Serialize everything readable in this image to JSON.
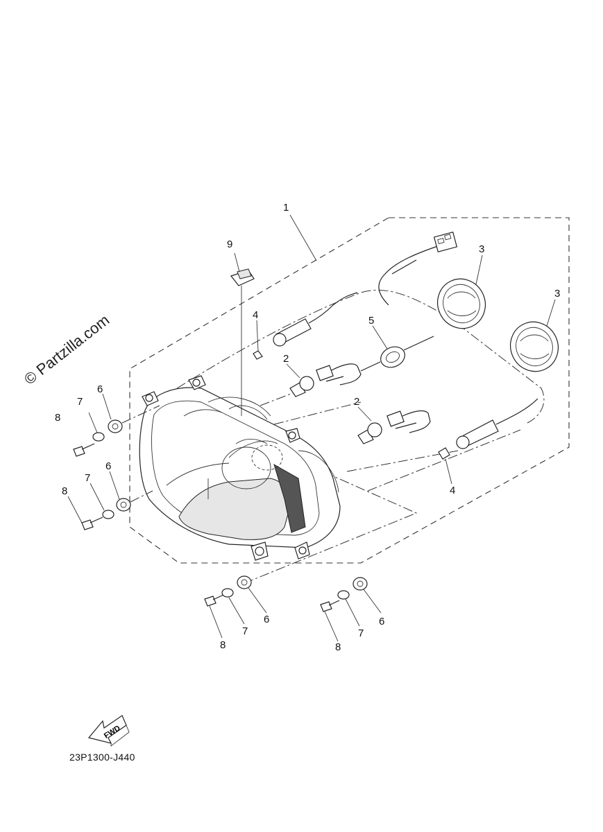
{
  "watermark": "© Partzilla.com",
  "drawing_code": "23P1300-J440",
  "fwd_label": "FWD",
  "callouts": {
    "c1": "1",
    "c9": "9",
    "c3a": "3",
    "c3b": "3",
    "c4a": "4",
    "c4b": "4",
    "c5": "5",
    "c2a": "2",
    "c2b": "2",
    "c6a": "6",
    "c6b": "6",
    "c6c": "6",
    "c6d": "6",
    "c7a": "7",
    "c7b": "7",
    "c7c": "7",
    "c7d": "7",
    "c8a": "8",
    "c8b": "8",
    "c8c": "8",
    "c8d": "8"
  }
}
